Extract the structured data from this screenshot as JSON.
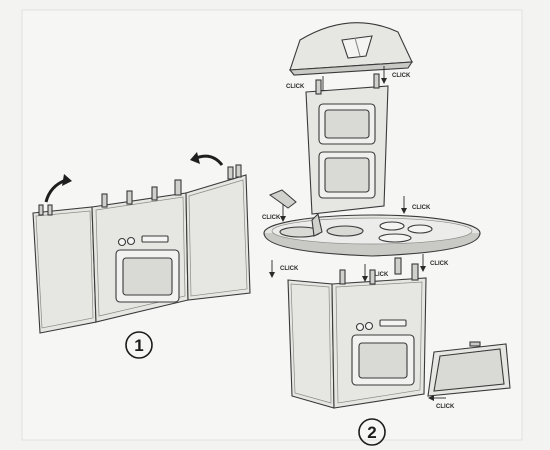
{
  "step1": {
    "number": "1"
  },
  "step2": {
    "number": "2",
    "labels": [
      "CLICK",
      "CLICK",
      "CLICK",
      "CLICK",
      "CLICK",
      "CLICK",
      "CLICK",
      "CLICK",
      "CLICK"
    ]
  },
  "colors": {
    "ink": "#3a3a3a",
    "panel": "#e6e6e3",
    "shade": "#c9c9c6",
    "paper": "#f3f3f1"
  }
}
